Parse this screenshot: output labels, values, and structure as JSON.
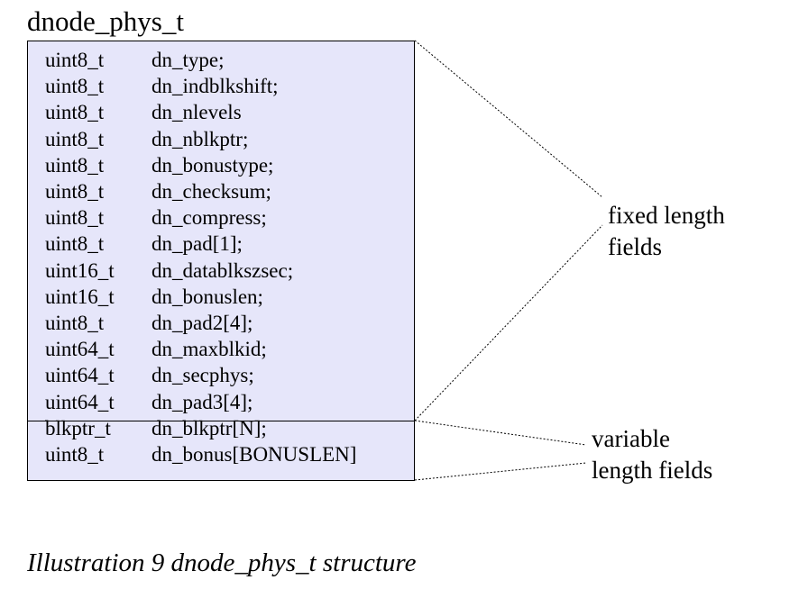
{
  "title": "dnode_phys_t",
  "fields": [
    {
      "type": "uint8_t",
      "name": "dn_type;"
    },
    {
      "type": "uint8_t",
      "name": "dn_indblkshift;"
    },
    {
      "type": "uint8_t",
      "name": "dn_nlevels"
    },
    {
      "type": "uint8_t",
      "name": "dn_nblkptr;"
    },
    {
      "type": "uint8_t",
      "name": "dn_bonustype;"
    },
    {
      "type": "uint8_t",
      "name": "dn_checksum;"
    },
    {
      "type": "uint8_t",
      "name": "dn_compress;"
    },
    {
      "type": "uint8_t",
      "name": "dn_pad[1];"
    },
    {
      "type": "uint16_t",
      "name": "dn_datablkszsec;"
    },
    {
      "type": "uint16_t",
      "name": "dn_bonuslen;"
    },
    {
      "type": "uint8_t",
      "name": "dn_pad2[4];"
    },
    {
      "type": "uint64_t",
      "name": "dn_maxblkid;"
    },
    {
      "type": "uint64_t",
      "name": "dn_secphys;"
    },
    {
      "type": "uint64_t",
      "name": "dn_pad3[4];"
    },
    {
      "type": "blkptr_t",
      "name": "dn_blkptr[N];"
    },
    {
      "type": "uint8_t",
      "name": "dn_bonus[BONUSLEN]"
    }
  ],
  "labels": {
    "fixed": {
      "line1": "fixed length",
      "line2": "fields"
    },
    "variable": {
      "line1": "variable",
      "line2": "length fields"
    }
  },
  "caption": "Illustration 9 dnode_phys_t structure",
  "colors": {
    "box_fill": "#e6e6fa",
    "border": "#000000"
  }
}
